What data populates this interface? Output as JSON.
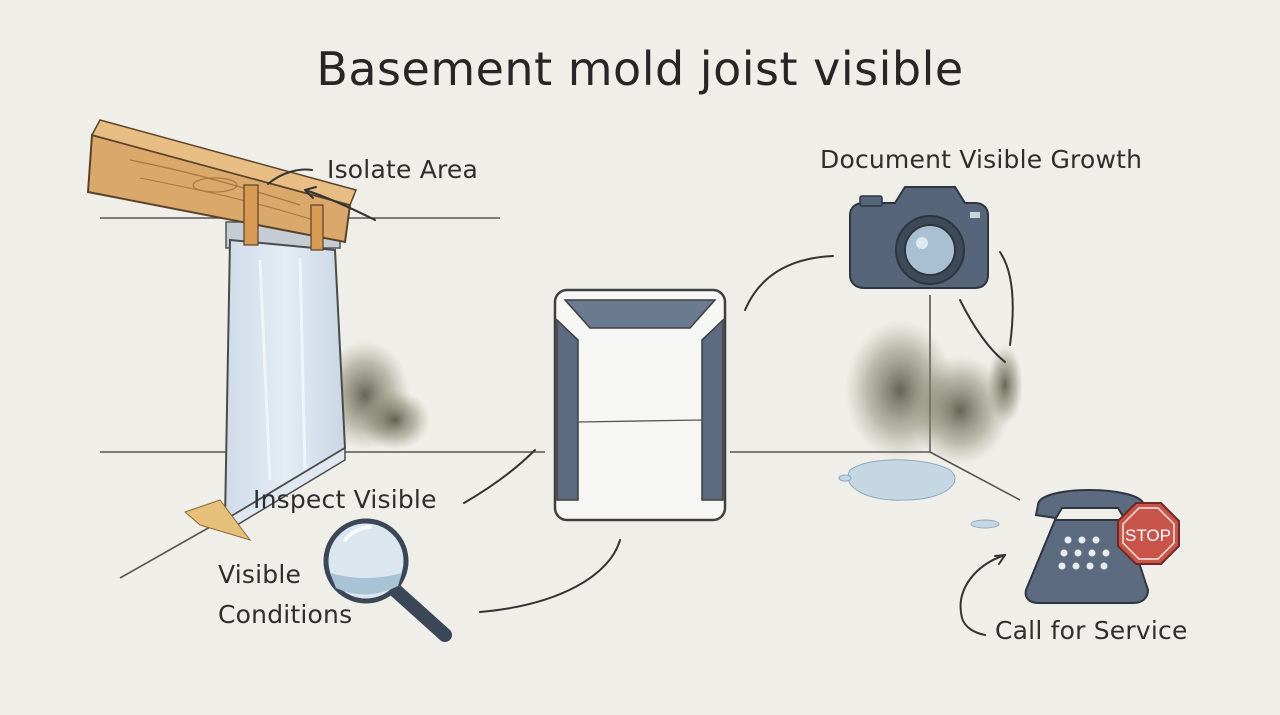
{
  "title": "Basement mold joist visible",
  "steps": {
    "isolate": "Isolate Area",
    "document": "Document Visible Growth",
    "inspect": "Inspect Visible",
    "conditions_line1": "Visible",
    "conditions_line2": "Conditions",
    "call": "Call for Service"
  },
  "icons": {
    "joist": "wood-joist-icon",
    "plastic_sheet": "plastic-sheet-barrier-icon",
    "dehumidifier": "dehumidifier-icon",
    "camera": "camera-icon",
    "magnifier": "magnifying-glass-icon",
    "telephone": "telephone-icon",
    "stop_sign": "stop-sign-icon"
  },
  "stop_sign_text": "STOP",
  "colors": {
    "background": "#efeee9",
    "wood": "#d9a466",
    "plastic": "#d6e2ee",
    "device_accent": "#5c6b80",
    "mold": "#6b6a55",
    "stop_red": "#c8544a",
    "water": "#bfd2e0"
  }
}
